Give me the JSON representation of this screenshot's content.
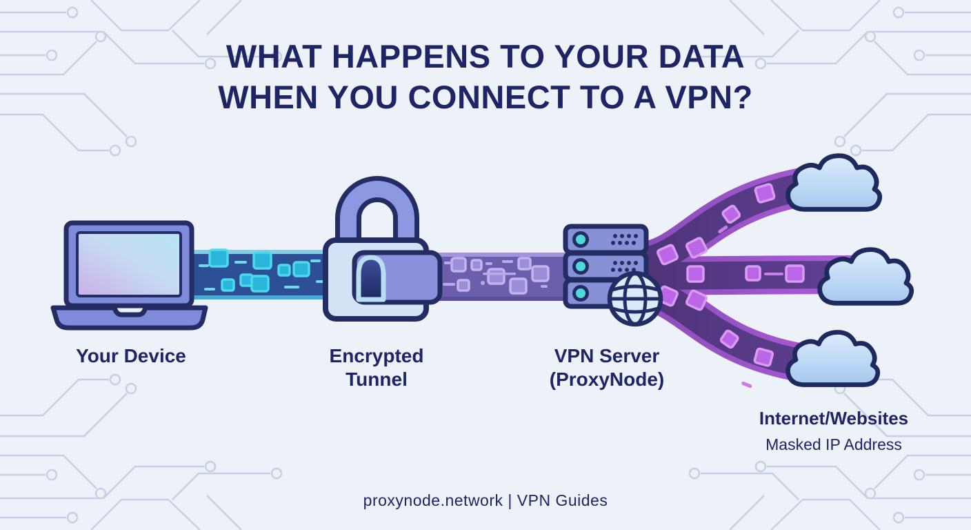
{
  "title": {
    "line1": "WHAT HAPPENS TO YOUR DATA",
    "line2": "WHEN YOU CONNECT TO A VPN?"
  },
  "flow": {
    "device": {
      "label": "Your Device",
      "icon": "laptop-icon"
    },
    "tunnel": {
      "label_line1": "Encrypted",
      "label_line2": "Tunnel",
      "icon": "padlock-icon"
    },
    "server": {
      "label_line1": "VPN Server",
      "label_line2": "(ProxyNode)",
      "icon": "server-icon"
    },
    "internet": {
      "label": "Internet/Websites",
      "sublabel": "Masked IP Address",
      "icon": "cloud-icon",
      "cloud_count": 3
    }
  },
  "footer": {
    "text": "proxynode.network | VPN Guides"
  },
  "colors": {
    "background": "#edf1f8",
    "text_navy": "#1d2564",
    "outline_navy": "#232c63",
    "circuit_trace": "#c7d0e2",
    "device_periwinkle": "#7e8ada",
    "stream_blue": "#2d4f96",
    "packet_cyan": "#3fd4e8",
    "stream_purple": "#6b5fad",
    "packet_lavender": "#a99ade",
    "branch_core": "#5a3e88",
    "branch_edge": "#aa5ede",
    "packet_magenta": "#bb66e6",
    "cloud_top": "#dcecfb",
    "cloud_bottom": "#a7c8ef",
    "led_teal": "#50d8d8"
  }
}
